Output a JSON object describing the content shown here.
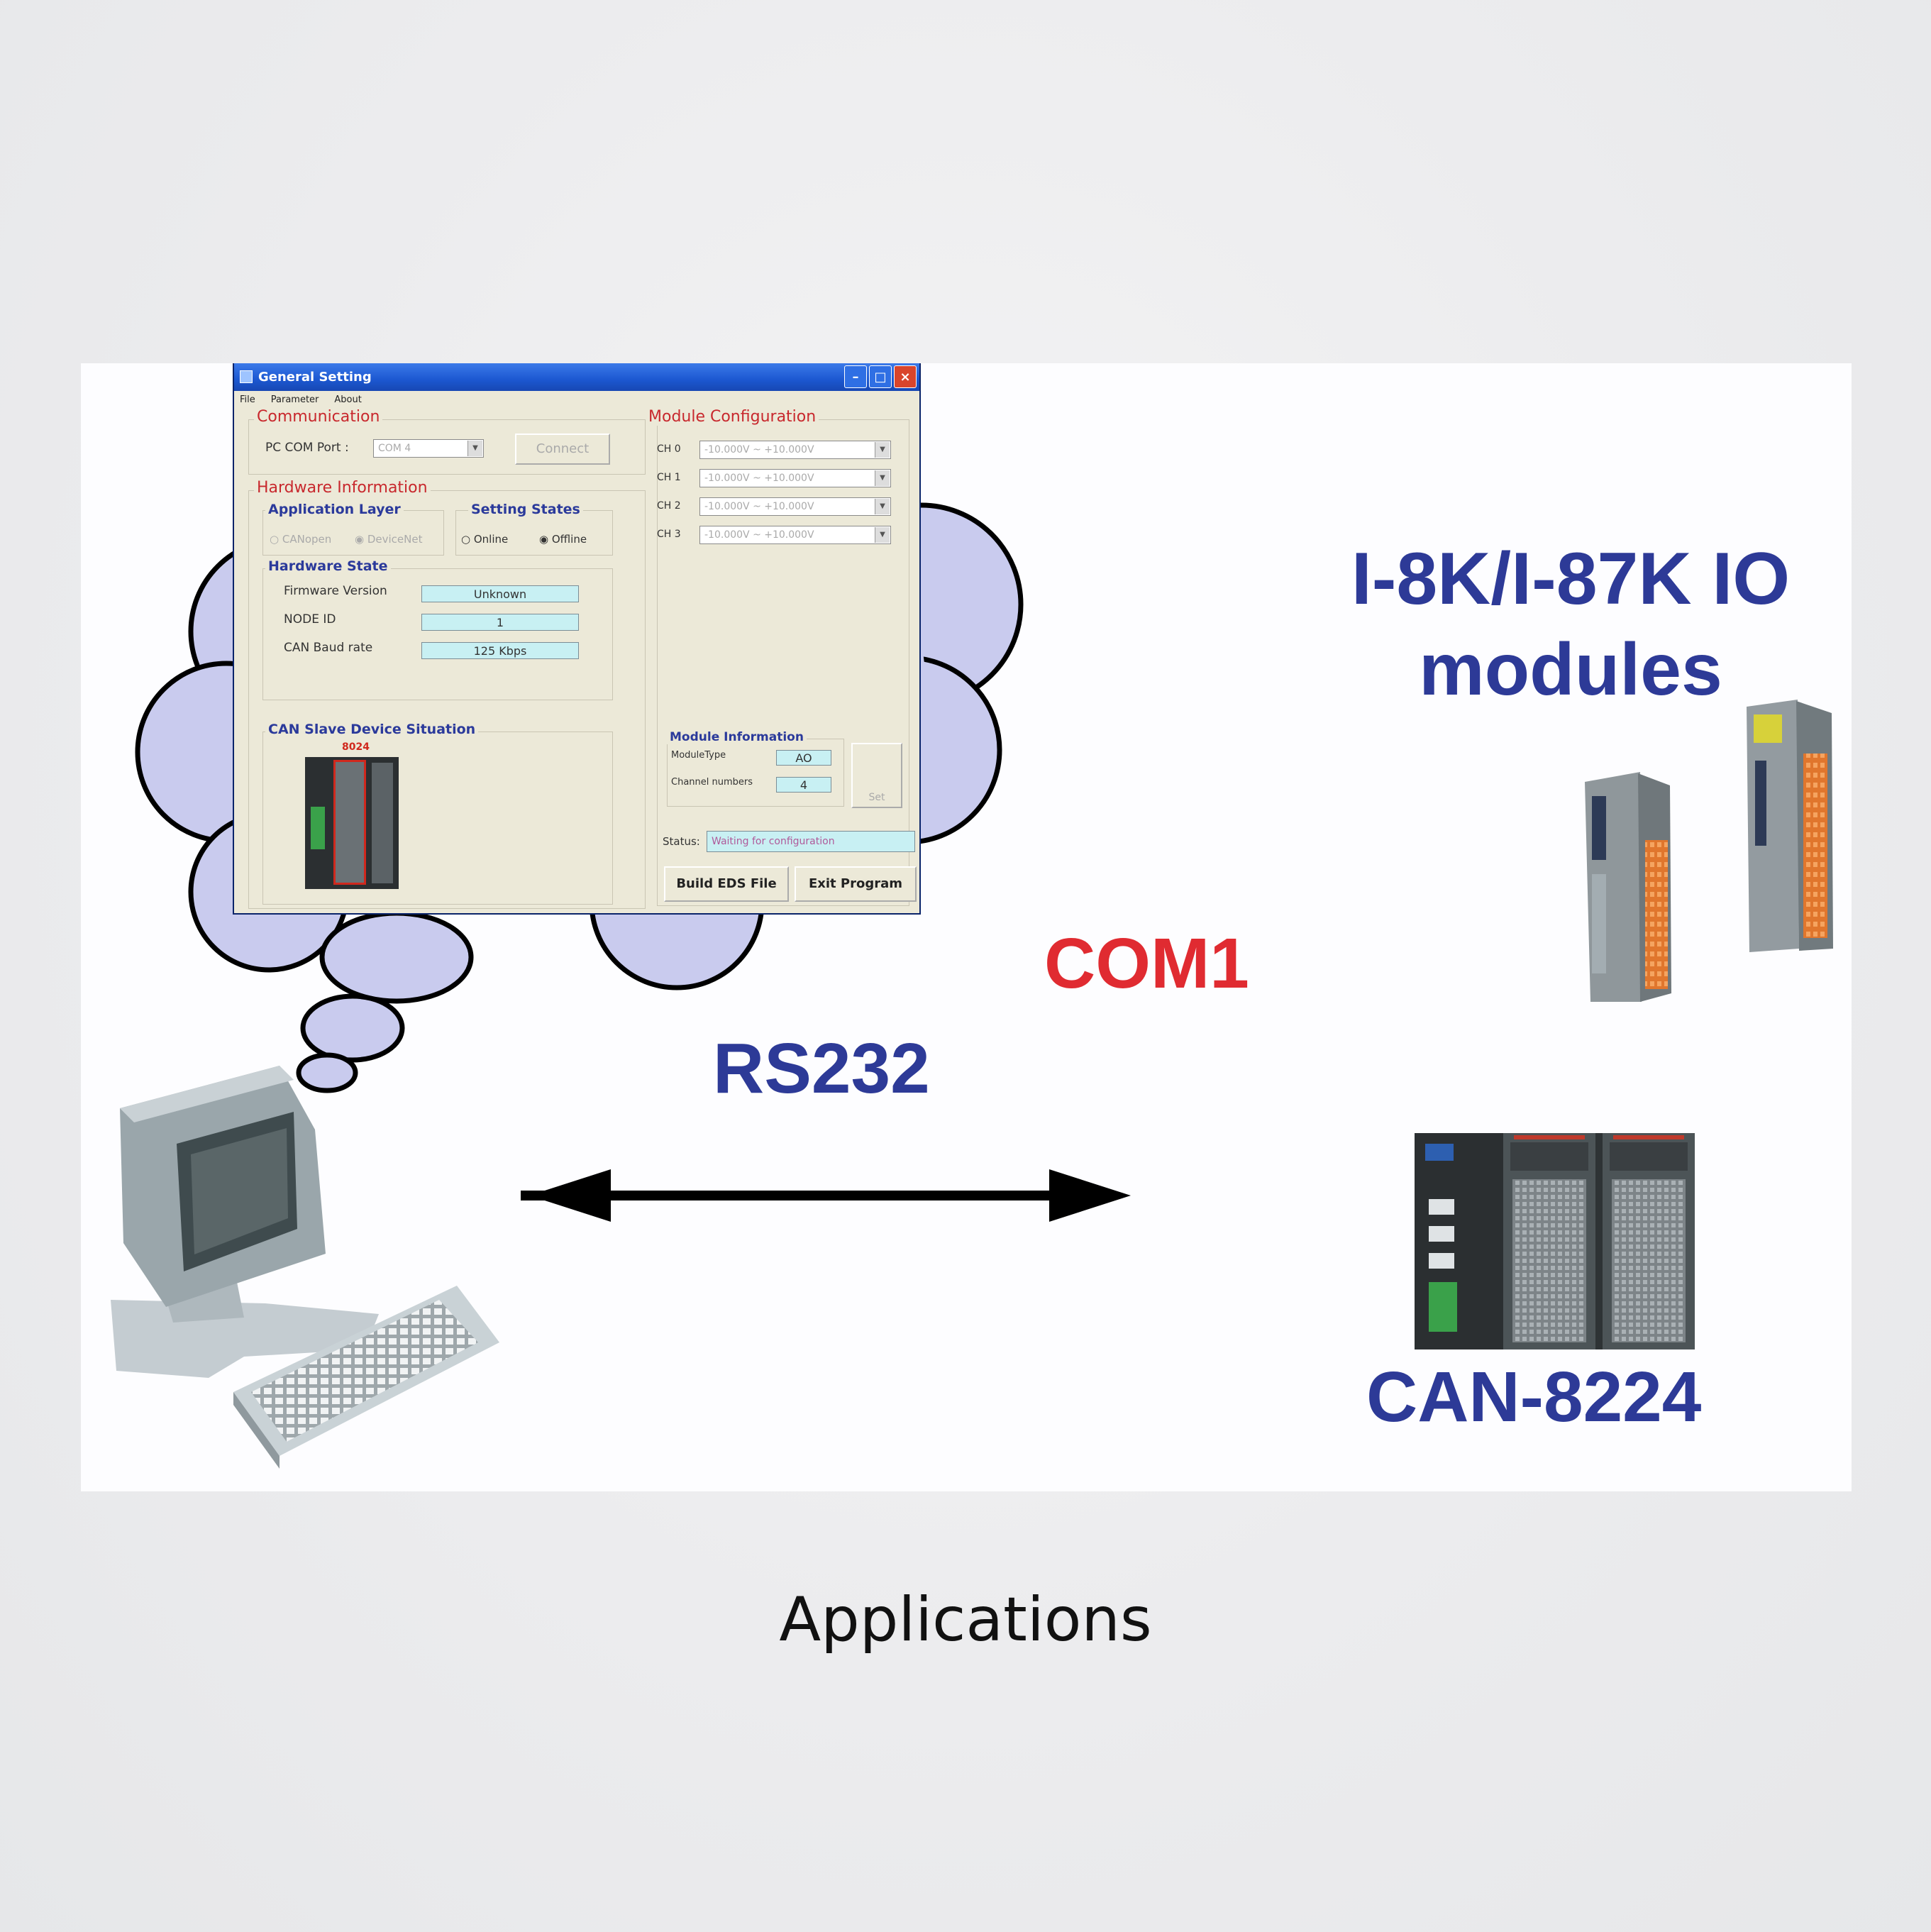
{
  "window": {
    "title": "General Setting",
    "menu": [
      "File",
      "Parameter",
      "About"
    ],
    "communication": {
      "title": "Communication",
      "com_port_label": "PC COM Port :",
      "com_port_value": "COM 4",
      "connect_button": "Connect"
    },
    "hardware_info": {
      "title": "Hardware Information",
      "application_layer": {
        "title": "Application Layer",
        "options": [
          "CANopen",
          "DeviceNet"
        ]
      },
      "setting_states": {
        "title": "Setting States",
        "options": [
          "Online",
          "Offline"
        ]
      },
      "hardware_state": {
        "title": "Hardware State",
        "rows": [
          {
            "label": "Firmware Version",
            "value": "Unknown"
          },
          {
            "label": "NODE ID",
            "value": "1"
          },
          {
            "label": "CAN Baud rate",
            "value": "125  Kbps"
          }
        ]
      }
    },
    "can_slave": {
      "title": "CAN Slave Device Situation",
      "device_label": "8024"
    },
    "module_config": {
      "title": "Module Configuration",
      "channels": [
        {
          "label": "CH 0",
          "value": "-10.000V ~ +10.000V"
        },
        {
          "label": "CH 1",
          "value": "-10.000V ~ +10.000V"
        },
        {
          "label": "CH 2",
          "value": "-10.000V ~ +10.000V"
        },
        {
          "label": "CH 3",
          "value": "-10.000V ~ +10.000V"
        }
      ]
    },
    "module_info": {
      "title": "Module Information",
      "rows": [
        {
          "label": "ModuleType",
          "value": "AO"
        },
        {
          "label": "Channel numbers",
          "value": "4"
        }
      ],
      "set_button": "Set"
    },
    "status": {
      "label": "Status:",
      "value": "Waiting for configuration"
    },
    "buttons": {
      "build": "Build EDS File",
      "exit": "Exit Program"
    }
  },
  "labels": {
    "com1": "COM1",
    "rs232": "RS232",
    "io_modules_line1": "I-8K/I-87K IO",
    "io_modules_line2": "modules",
    "can": "CAN-8224"
  },
  "caption": "Applications",
  "colors": {
    "label_blue": "#2d3a97",
    "label_red": "#e02b31",
    "cloud_fill": "#c9cbee",
    "panel_bg": "#fdfdff"
  }
}
